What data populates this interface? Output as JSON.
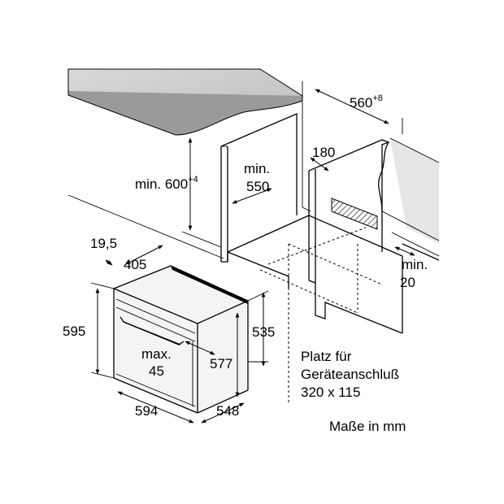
{
  "dimensions": {
    "cabinet_width": "560",
    "cabinet_width_tol": "+8",
    "niche_height": "min. 600",
    "niche_height_tol": "+4",
    "depth_min_1": "min.",
    "depth_min_2": "550",
    "rear_gap": "180",
    "side_min_1": "min.",
    "side_min_2": "20",
    "front_offset": "19,5",
    "panel_depth": "405",
    "oven_height": "595",
    "body_height": "535",
    "handle_max_1": "max.",
    "handle_max_2": "45",
    "inner_height": "577",
    "oven_width": "594",
    "oven_depth": "548"
  },
  "notes": {
    "connection_1": "Platz für",
    "connection_2": "Geräteanschluß",
    "connection_3": "320 x 115",
    "units": "Maße in mm"
  }
}
